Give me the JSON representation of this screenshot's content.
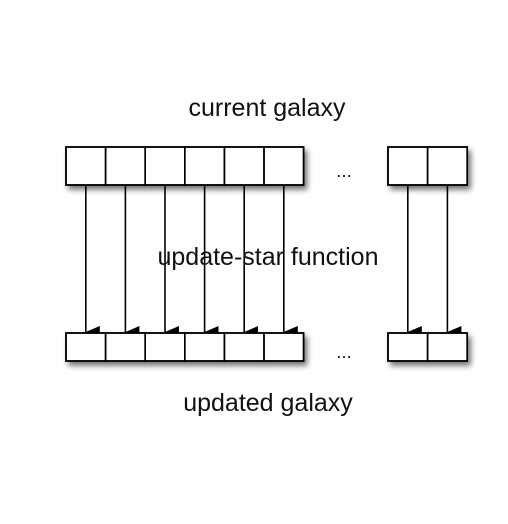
{
  "labels": {
    "top": "current galaxy",
    "middle": "update-star function",
    "bottom": "updated galaxy",
    "ellipsis_top": "...",
    "ellipsis_bottom": "..."
  },
  "diagram": {
    "left_cell_count": 6,
    "right_cell_count": 2,
    "colors": {
      "stroke": "#000000",
      "fill": "#ffffff",
      "shadow": "#9a9a9a"
    }
  }
}
